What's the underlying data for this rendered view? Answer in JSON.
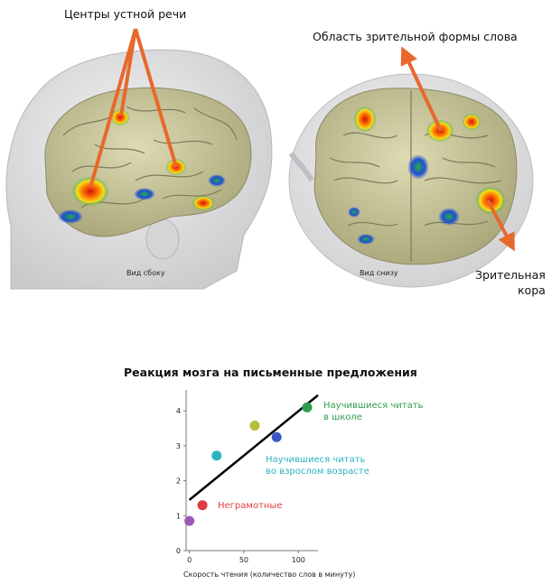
{
  "top_labels": {
    "speech_centers": "Центры устной речи",
    "visual_word_form": "Область зрительной формы слова",
    "visual_cortex_line1": "Зрительная",
    "visual_cortex_line2": "кора",
    "side_view": "Вид сбоку",
    "bottom_view": "Вид снизу"
  },
  "colors": {
    "arrow": "#e8682c",
    "brain": "#c9c69a",
    "head": "#e6e6e8",
    "line": "#000000"
  },
  "chart_data": {
    "type": "scatter",
    "title": "Реакция мозга на письменные предложения",
    "xlabel": "Скорость чтения (количество слов в минуту)",
    "ylabel": "",
    "xlim": [
      -3,
      118
    ],
    "ylim": [
      0,
      4.6
    ],
    "xticks": [
      0,
      50,
      100
    ],
    "yticks": [
      0,
      1,
      2,
      3,
      4
    ],
    "grid": false,
    "points": [
      {
        "x": 0,
        "y": 0.85,
        "color": "#9b59b6"
      },
      {
        "x": 12,
        "y": 1.3,
        "color": "#e03b3b"
      },
      {
        "x": 25,
        "y": 2.72,
        "color": "#2bb3c0"
      },
      {
        "x": 60,
        "y": 3.58,
        "color": "#b9bd3a"
      },
      {
        "x": 80,
        "y": 3.25,
        "color": "#3b55c4"
      },
      {
        "x": 108,
        "y": 4.1,
        "color": "#2e9e4f"
      }
    ],
    "trendline": {
      "x": [
        0,
        118
      ],
      "y": [
        1.45,
        4.45
      ]
    },
    "annotations": [
      {
        "lines": [
          "Научившиеся читать",
          "в школе"
        ],
        "color": "#2e9e4f"
      },
      {
        "lines": [
          "Научившиеся читать",
          "во взрослом возрасте"
        ],
        "color": "#2bb3c0"
      },
      {
        "lines": [
          "Неграмотные"
        ],
        "color": "#e03b3b"
      }
    ]
  }
}
